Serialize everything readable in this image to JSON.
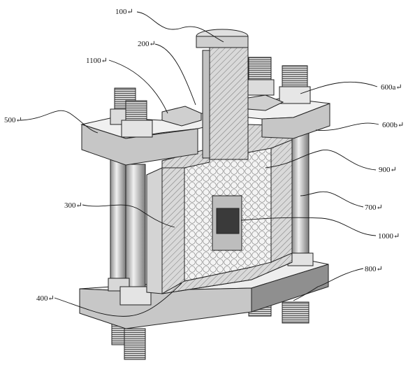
{
  "labels": {
    "l100": "100↵",
    "l200": "200↵",
    "l1100": "1100↵",
    "l500": "500↵",
    "l600a": "600a↵",
    "l600b": "600b↵",
    "l900": "900↵",
    "l300": "300↵",
    "l700": "700↵",
    "l1000": "1000↵",
    "l800": "800↵",
    "l400": "400↵"
  },
  "colors": {
    "line": "#1a1a1a",
    "plate_top": "#f2f2f2",
    "plate_front": "#c9c9c9",
    "plate_side": "#9a9a9a",
    "hatch_fill": "#d6d6d6",
    "sample_dark": "#3a3a3a"
  }
}
